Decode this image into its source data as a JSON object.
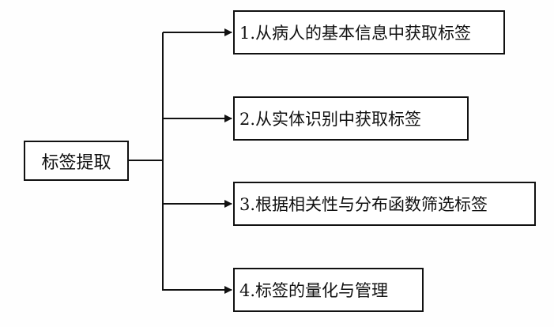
{
  "root": {
    "label": "标签提取"
  },
  "branches": [
    {
      "label": "1.从病人的基本信息中获取标签"
    },
    {
      "label": "2.从实体识别中获取标签"
    },
    {
      "label": "3.根据相关性与分布函数筛选标签"
    },
    {
      "label": "4.标签的量化与管理"
    }
  ],
  "colors": {
    "line": "#111111",
    "box_border": "#111111",
    "background": "#fefefe"
  }
}
